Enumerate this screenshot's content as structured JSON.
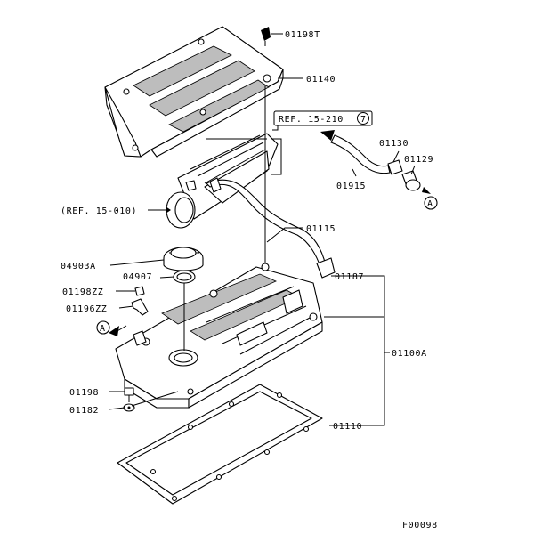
{
  "diagram_code": "F00098",
  "parts": {
    "cover_bolt": "01198T",
    "engine_cover": "01140",
    "ref_15_210": "REF. 15-210",
    "ref_15_210_circle": "7",
    "pcv_hose_label": "01130",
    "pcv_valve": "01129",
    "hose_main": "01915",
    "ref_15_010": "(REF. 15-010)",
    "breather_hose": "01115",
    "oil_cap": "04903A",
    "cap_gasket": "04907",
    "hose_fitting": "01187",
    "bolt_zz": "01198ZZ",
    "bracket_zz": "01196ZZ",
    "rocker_cover_assy": "01100A",
    "screw": "01198",
    "washer": "01182",
    "cover_gasket": "01110",
    "marker_a": "A"
  }
}
